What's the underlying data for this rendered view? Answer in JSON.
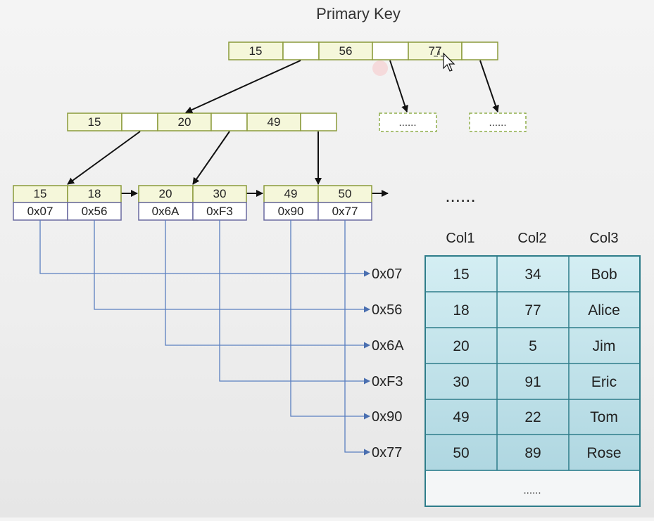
{
  "title": "Primary Key",
  "root": {
    "keys": [
      "15",
      "",
      "56",
      "",
      "77",
      ""
    ]
  },
  "internal": {
    "keys": [
      "15",
      "",
      "20",
      "",
      "49",
      ""
    ]
  },
  "placeholder_nodes": [
    "......",
    "......"
  ],
  "leaves": [
    {
      "keys": [
        "15",
        "18"
      ],
      "addrs": [
        "0x07",
        "0x56"
      ]
    },
    {
      "keys": [
        "20",
        "30"
      ],
      "addrs": [
        "0x6A",
        "0xF3"
      ]
    },
    {
      "keys": [
        "49",
        "50"
      ],
      "addrs": [
        "0x90",
        "0x77"
      ]
    }
  ],
  "leaf_more": "......",
  "addresses": [
    "0x07",
    "0x56",
    "0x6A",
    "0xF3",
    "0x90",
    "0x77"
  ],
  "table": {
    "headers": [
      "Col1",
      "Col2",
      "Col3"
    ],
    "rows": [
      [
        "15",
        "34",
        "Bob"
      ],
      [
        "18",
        "77",
        "Alice"
      ],
      [
        "20",
        "5",
        "Jim"
      ],
      [
        "30",
        "91",
        "Eric"
      ],
      [
        "49",
        "22",
        "Tom"
      ],
      [
        "50",
        "89",
        "Rose"
      ]
    ],
    "more": "......"
  },
  "colors": {
    "key_cell": "#f5f7da",
    "key_border": "#8a9a3a",
    "ptr_cell": "#ffffff",
    "addr_border": "#6a6aa0",
    "line_blue": "#5a7fc0",
    "table_fill": "#bfe1ea",
    "table_border": "#2e7d8a",
    "placeholder_border": "#8fae4a"
  }
}
